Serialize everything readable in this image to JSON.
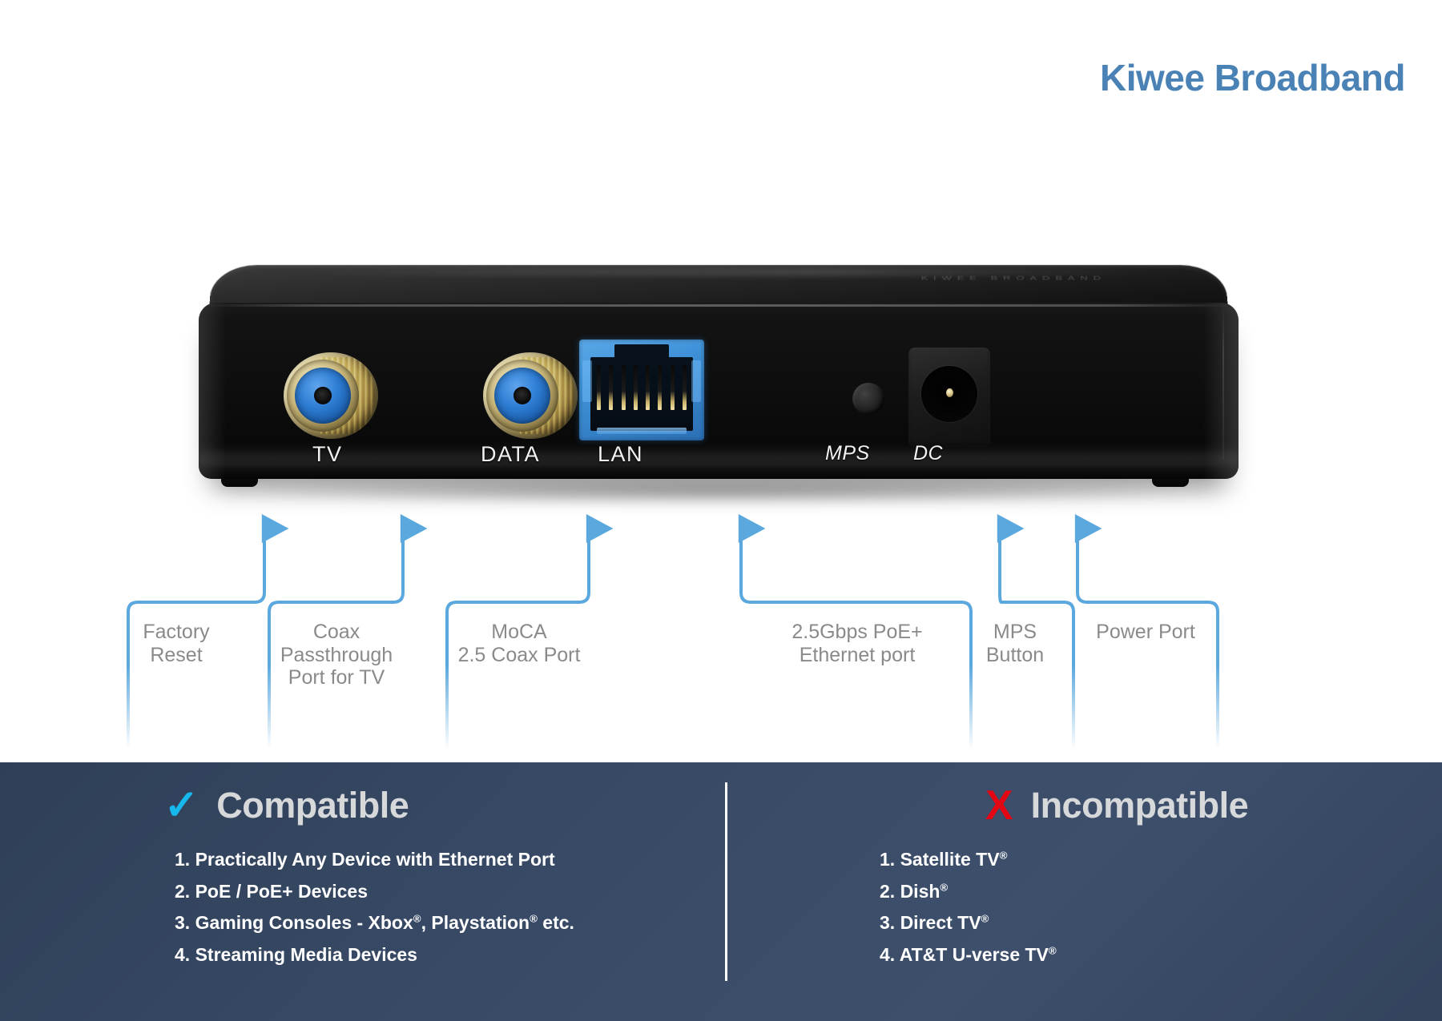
{
  "brand": {
    "title": "Kiwee Broadband",
    "color": "#4a82b5"
  },
  "device": {
    "embossed_text": "KIWEE BROADBAND",
    "ports": [
      {
        "id": "tv",
        "label": "TV",
        "type": "coax-f-connector"
      },
      {
        "id": "data",
        "label": "DATA",
        "type": "coax-f-connector"
      },
      {
        "id": "lan",
        "label": "LAN",
        "type": "rj45-ethernet-jack"
      },
      {
        "id": "mps",
        "label": "MPS",
        "type": "push-button"
      },
      {
        "id": "dc",
        "label": "DC",
        "type": "dc-barrel-jack"
      }
    ]
  },
  "callouts": [
    {
      "id": "factory-reset",
      "text": "Factory\nReset"
    },
    {
      "id": "coax-passthrough",
      "text": "Coax\nPassthrough\nPort for TV"
    },
    {
      "id": "moca-coax",
      "text": "MoCA\n2.5 Coax Port"
    },
    {
      "id": "ethernet",
      "text": "2.5Gbps PoE+\nEthernet port"
    },
    {
      "id": "mps-button",
      "text": "MPS\nButton"
    },
    {
      "id": "power-port",
      "text": "Power Port"
    }
  ],
  "leader_line_color": "#5aa8dd",
  "panel": {
    "background_color": "#384a66",
    "compatible": {
      "mark": "✓",
      "mark_color": "#16b8ed",
      "heading": "Compatible",
      "items": [
        "1. Practically Any Device with Ethernet Port",
        "2. PoE / PoE+ Devices",
        "3. Gaming Consoles - Xbox®, Playstation® etc.",
        "4. Streaming Media Devices"
      ]
    },
    "incompatible": {
      "mark": "X",
      "mark_color": "#e30613",
      "heading": "Incompatible",
      "items": [
        "1. Satellite TV®",
        "2. Dish®",
        "3. Direct TV®",
        "4. AT&T U-verse TV®"
      ]
    }
  }
}
